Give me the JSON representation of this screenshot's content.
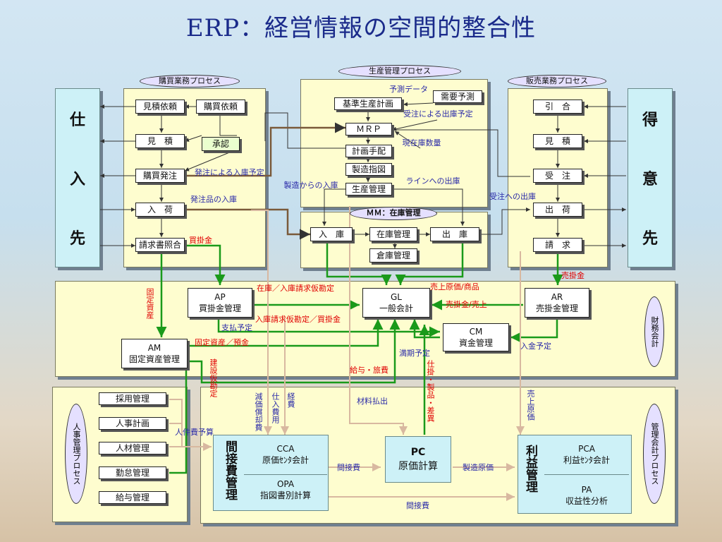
{
  "title": "ERP：経営情報の空間的整合性",
  "side": {
    "supplier": [
      "仕",
      "入",
      "先"
    ],
    "customer": [
      "得",
      "意",
      "先"
    ]
  },
  "pills": {
    "purchasing": "購買業務プロセス",
    "production": "生産管理プロセス",
    "sales": "販売業務プロセス",
    "mm": "ＭＭ：在庫管理",
    "finance": "財務会計",
    "hr": "人事管理プロセス",
    "mgmt": "管理会計プロセス"
  },
  "purchasing": {
    "quote_request": "見積依頼",
    "purchase_request": "購買依頼",
    "estimate": "見　積",
    "approval": "承認",
    "purchase_order": "購買発注",
    "receipt": "入　荷",
    "invoice_match": "請求書照合"
  },
  "production": {
    "forecast_data": "予測データ",
    "demand_forecast": "需要予測",
    "mps": "基準生産計画",
    "order_shipment": "受注による出庫予定",
    "mrp": "ＭＲＰ",
    "stock_qty": "現在庫数量",
    "planned_order": "計画手配",
    "production_order": "製造指図",
    "line_issue": "ラインへの出庫",
    "production_mgmt": "生産管理",
    "receipt_from_mfg": "製造からの入庫"
  },
  "mm": {
    "inbound": "入　庫",
    "inventory": "在庫管理",
    "outbound": "出　庫",
    "warehouse": "倉庫管理"
  },
  "sales": {
    "inquiry": "引　合",
    "estimate": "見　積",
    "order": "受　注",
    "shipping": "出　荷",
    "billing": "請　求"
  },
  "flows": {
    "po_receipt_plan": "発注による入庫予定",
    "po_goods_receipt": "発注品の入庫",
    "ship_to_order": "受注への出庫",
    "payables": "買掛金",
    "receivables": "売掛金",
    "inv_temp": "在庫／入庫請求仮勘定",
    "cogs": "売上原価/商品",
    "ar_sales": "売掛金/売上",
    "temp_ap": "入庫請求仮勘定／買掛金",
    "payment_plan": "支払予定",
    "fixed_deposit": "固定資産／預金",
    "receipt_plan": "入金予定",
    "maturity_plan": "満期予定",
    "fixed_assets": "固定資産",
    "construction": "建設仮勘定",
    "salary": "給与・旅費",
    "depreciation": "減価償却費",
    "purchase_cost": "仕入費用",
    "expenses": "経費",
    "material_issue": "材料払出",
    "wip_variance": "仕掛・製品・差異",
    "cogs_v": "売上原価",
    "personnel_budget": "人件費予算",
    "indirect1": "間接費",
    "mfg_cost": "製造原価",
    "indirect2": "間接費"
  },
  "finance": {
    "ap": [
      "AP",
      "買掛金管理"
    ],
    "gl": [
      "GL",
      "一般会計"
    ],
    "ar": [
      "AR",
      "売掛金管理"
    ],
    "cm": [
      "CM",
      "資金管理"
    ],
    "am": [
      "AM",
      "固定資産管理"
    ]
  },
  "hr": {
    "items": [
      "採用管理",
      "人事計画",
      "人材管理",
      "勤怠管理",
      "給与管理"
    ]
  },
  "mgmt": {
    "indirect_label": "間接費管理",
    "cca": [
      "CCA",
      "原価ｾﾝﾀ会計"
    ],
    "opa": [
      "OPA",
      "指図書別計算"
    ],
    "pc": [
      "PC",
      "原価計算"
    ],
    "profit_label": "利益管理",
    "pca": [
      "PCA",
      "利益ｾﾝﾀ会計"
    ],
    "pa": [
      "PA",
      "収益性分析"
    ]
  }
}
